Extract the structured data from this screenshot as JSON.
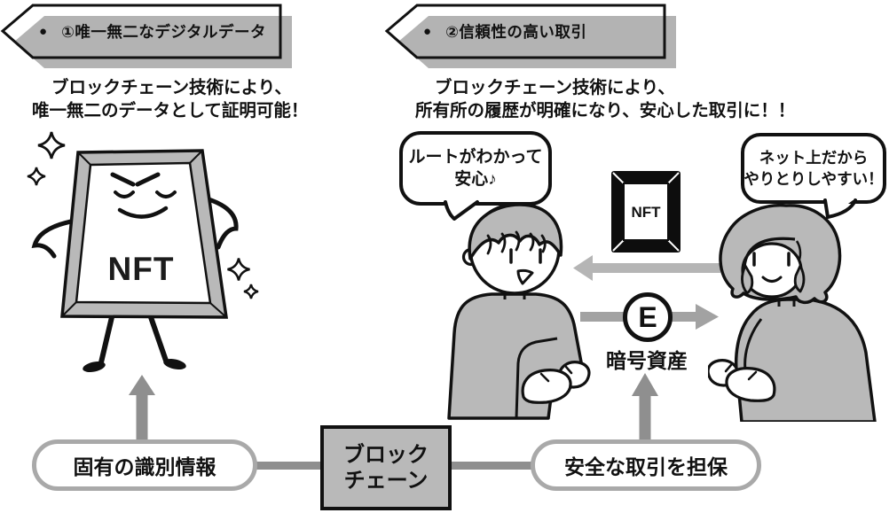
{
  "banners": [
    {
      "bullet": "●",
      "label": "①唯一無二なデジタルデータ"
    },
    {
      "bullet": "●",
      "label": "②信頼性の高い取引"
    }
  ],
  "descriptions": {
    "left": {
      "line1": "ブロックチェーン技術により、",
      "line2": "唯一無二のデータとして証明可能！"
    },
    "right": {
      "line1": "ブロックチェーン技術により、",
      "line2": "所有所の履歴が明確になり、安心した取引に！！"
    }
  },
  "nft_character": {
    "frame_label": "NFT"
  },
  "nft_token": {
    "label": "NFT"
  },
  "speech_bubbles": {
    "man": {
      "line1": "ルートがわかって",
      "line2": "安心♪"
    },
    "woman": {
      "line1": "ネット上だから",
      "line2": "やりとりしやすい！"
    }
  },
  "crypto": {
    "symbol": "E",
    "label": "暗号資産"
  },
  "flow": {
    "left_pill": "固有の識別情報",
    "center_box": {
      "line1": "ブロック",
      "line2": "チェーン"
    },
    "right_pill": "安全な取引を担保"
  },
  "colors": {
    "ink": "#111111",
    "gray_fill": "#b9b9b9",
    "banner_shadow": "#b3b3b3",
    "arrow_light": "#b5b5b5",
    "arrow_mid": "#a2a2a2",
    "connector": "#8f8f8f",
    "pill_border": "#a9a9a9"
  }
}
